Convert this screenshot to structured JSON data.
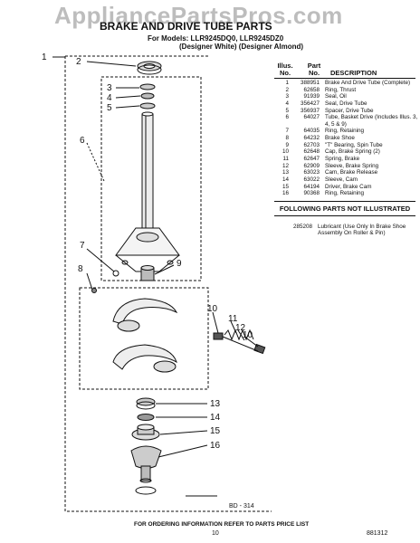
{
  "watermark": "AppliancePartsPros.com",
  "header": {
    "title": "BRAKE AND DRIVE TUBE PARTS",
    "models_line": "For Models: LLR9245DQ0, LLR9245DZ0",
    "designer_line": "(Designer White) (Designer Almond)"
  },
  "table": {
    "col_illus": "Illus. No.",
    "col_part": "Part No.",
    "col_desc": "DESCRIPTION",
    "rows": [
      {
        "illus": "1",
        "part": "388951",
        "desc": "Brake And Drive Tube (Complete)"
      },
      {
        "illus": "2",
        "part": "62658",
        "desc": "Ring, Thrust"
      },
      {
        "illus": "3",
        "part": "91939",
        "desc": "Seal, Oil"
      },
      {
        "illus": "4",
        "part": "356427",
        "desc": "Seal, Drive Tube"
      },
      {
        "illus": "5",
        "part": "356937",
        "desc": "Spacer, Drive Tube"
      },
      {
        "illus": "6",
        "part": "64027",
        "desc": "Tube, Basket Drive (Includes Illus. 3, 4, 5 & 9)"
      },
      {
        "illus": "7",
        "part": "64035",
        "desc": "Ring, Retaining"
      },
      {
        "illus": "8",
        "part": "64232",
        "desc": "Brake Shoe"
      },
      {
        "illus": "9",
        "part": "62703",
        "desc": "\"T\" Bearing, Spin Tube"
      },
      {
        "illus": "10",
        "part": "62648",
        "desc": "Cap, Brake Spring (2)"
      },
      {
        "illus": "11",
        "part": "62647",
        "desc": "Spring, Brake"
      },
      {
        "illus": "12",
        "part": "62909",
        "desc": "Sleeve, Brake Spring"
      },
      {
        "illus": "13",
        "part": "63023",
        "desc": "Cam, Brake Release"
      },
      {
        "illus": "14",
        "part": "63022",
        "desc": "Sleeve, Cam"
      },
      {
        "illus": "15",
        "part": "64194",
        "desc": "Driver, Brake Cam"
      },
      {
        "illus": "16",
        "part": "90368",
        "desc": "Ring, Retaining"
      }
    ],
    "following_title": "FOLLOWING PARTS NOT ILLUSTRATED",
    "not_illustrated": [
      {
        "part": "285208",
        "desc": "Lubricant (Use Only In Brake Shoe Assembly On Roller & Pin)"
      }
    ]
  },
  "diagram": {
    "callouts": [
      "1",
      "2",
      "3",
      "4",
      "5",
      "6",
      "7",
      "8",
      "9",
      "10",
      "11",
      "12",
      "10",
      "13",
      "14",
      "15",
      "16"
    ],
    "code": "BD - 314"
  },
  "footer": {
    "ordering": "FOR ORDERING INFORMATION REFER TO PARTS PRICE LIST",
    "page": "10",
    "doc_number": "881312"
  }
}
